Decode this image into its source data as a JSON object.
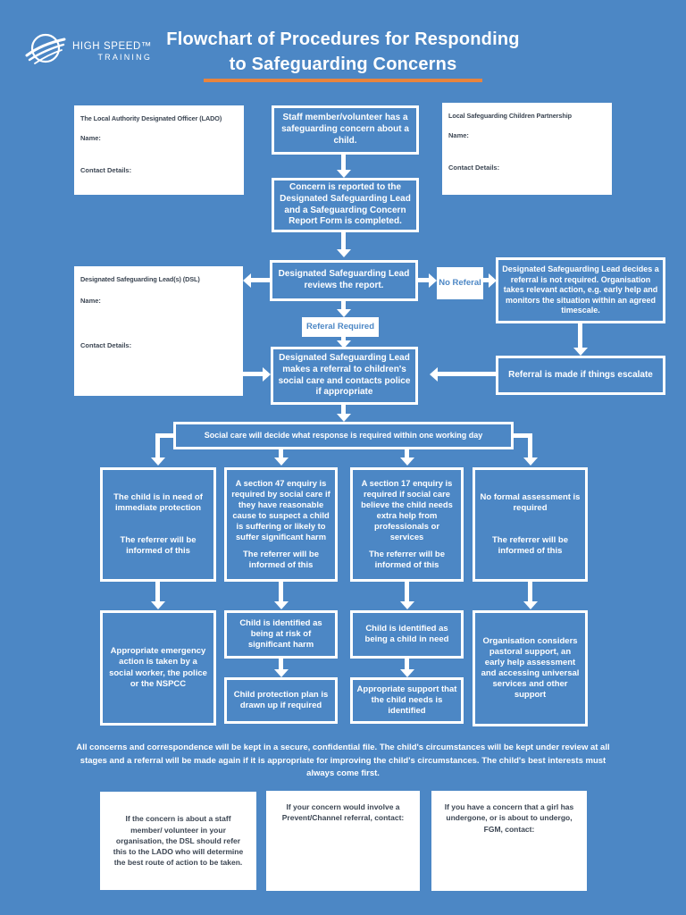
{
  "colors": {
    "background": "#4C87C5",
    "accent_orange": "#E8843E",
    "box_text_dark": "#3C4653",
    "white": "#FFFFFF"
  },
  "header": {
    "logo_line1": "HIGH SPEED™",
    "logo_line2": "TRAINING",
    "title_line1": "Flowchart of Procedures for Responding",
    "title_line2": "to Safeguarding Concerns"
  },
  "contact_boxes": {
    "lado": {
      "title": "The Local Authority Designated Officer (LADO)",
      "name_label": "Name:",
      "contact_label": "Contact Details:"
    },
    "lscp": {
      "title": "Local Safeguarding Children Partnership",
      "name_label": "Name:",
      "contact_label": "Contact Details:"
    },
    "dsl": {
      "title": "Designated Safeguarding Lead(s) (DSL)",
      "name_label": "Name:",
      "contact_label": "Contact Details:"
    }
  },
  "flow": {
    "concern": "Staff member/volunteer has a safeguarding concern about a child.",
    "report": "Concern is reported to the Designated Safeguarding Lead and a Safeguarding Concern Report Form is completed.",
    "review": "Designated Safeguarding Lead reviews the report.",
    "no_referral_label": "No Referal",
    "no_referral": "Designated Safeguarding Lead decides a referral is not required. Organisation takes relevant action, e.g. early help and monitors the situation within an agreed timescale.",
    "referral_required_label": "Referal Required",
    "makes_referral": "Designated Safeguarding Lead makes a referral to children's social care and contacts police if appropriate",
    "escalate": "Referral is made if things escalate",
    "social_care": "Social care will decide what response is required within one working day"
  },
  "outcomes": [
    {
      "assessment": "The child is in need of immediate protection",
      "note": "The referrer will be informed of this",
      "steps": [
        "Appropriate emergency action is taken by a social worker, the police or the NSPCC"
      ]
    },
    {
      "assessment": "A section 47 enquiry is required by social care if they have reasonable cause to suspect a child is suffering or likely to suffer significant harm",
      "note": "The referrer will be informed of this",
      "steps": [
        "Child is identified as being at risk of significant harm",
        "Child protection plan is drawn up if required"
      ]
    },
    {
      "assessment": "A section 17 enquiry is required if social care believe the child needs extra help from professionals or services",
      "note": "The referrer will be informed of this",
      "steps": [
        "Child is identified as being a child in need",
        "Appropriate support that the child needs is identified"
      ]
    },
    {
      "assessment": "No formal assessment is required",
      "note": "The referrer will be informed of this",
      "steps": [
        "Organisation considers pastoral support, an early help assessment and accessing universal services and other support"
      ]
    }
  ],
  "footer_note": "All concerns and correspondence will be kept in a secure, confidential file. The child's circumstances will be kept under review at all stages and a referral will be made again if it is appropriate for improving the child's circumstances. The child's best interests must always come first.",
  "bottom_notes": [
    {
      "text": "If the concern is about a staff member/ volunteer in your organisation, the DSL should refer this to the LADO who will determine the best route of action to be taken."
    },
    {
      "text": "If your concern would involve a Prevent/Channel referral, contact:"
    },
    {
      "text": "If you have a concern that a girl has undergone, or is about to undergo, FGM, contact:"
    }
  ]
}
